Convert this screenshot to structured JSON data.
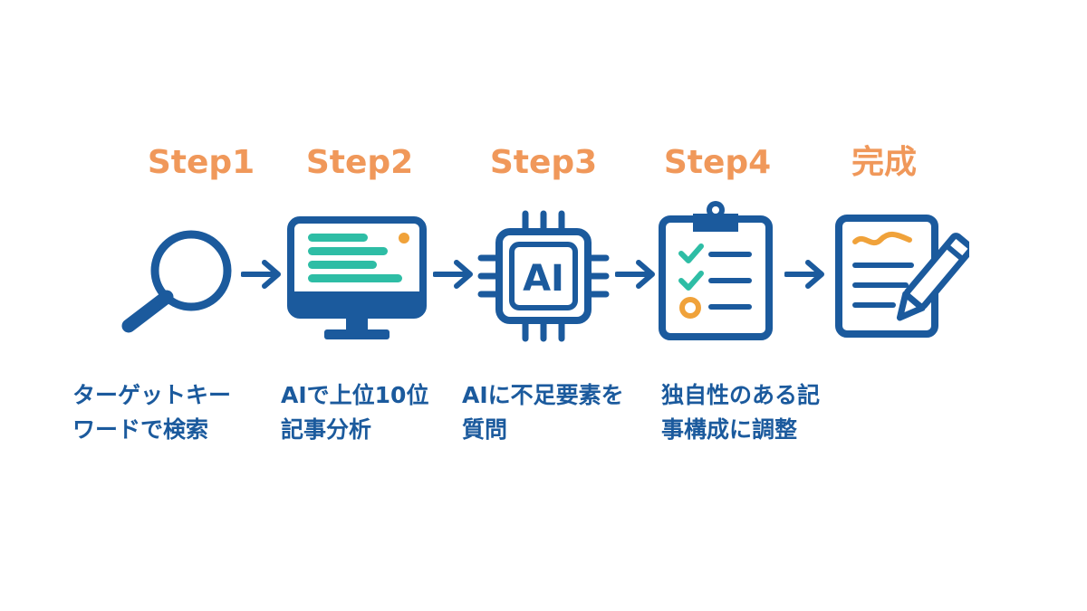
{
  "steps": [
    {
      "title": "Step1",
      "desc": "ターゲットキー\nワードで検索",
      "icon": "magnifier-icon"
    },
    {
      "title": "Step2",
      "desc": "AIで上位10位\n記事分析",
      "icon": "monitor-icon"
    },
    {
      "title": "Step3",
      "desc": "AIに不足要素を\n質問",
      "icon": "ai-chip-icon",
      "icon_text": "AI"
    },
    {
      "title": "Step4",
      "desc": "独自性のある記\n事構成に調整",
      "icon": "checklist-clipboard-icon"
    },
    {
      "title": "完成",
      "icon": "document-pencil-icon"
    }
  ],
  "colors": {
    "title": "#F0985A",
    "icon": "#1B5A9D",
    "accent_teal": "#2EBDA5",
    "accent_orange": "#F0A23A",
    "text": "#1B5A9D"
  }
}
